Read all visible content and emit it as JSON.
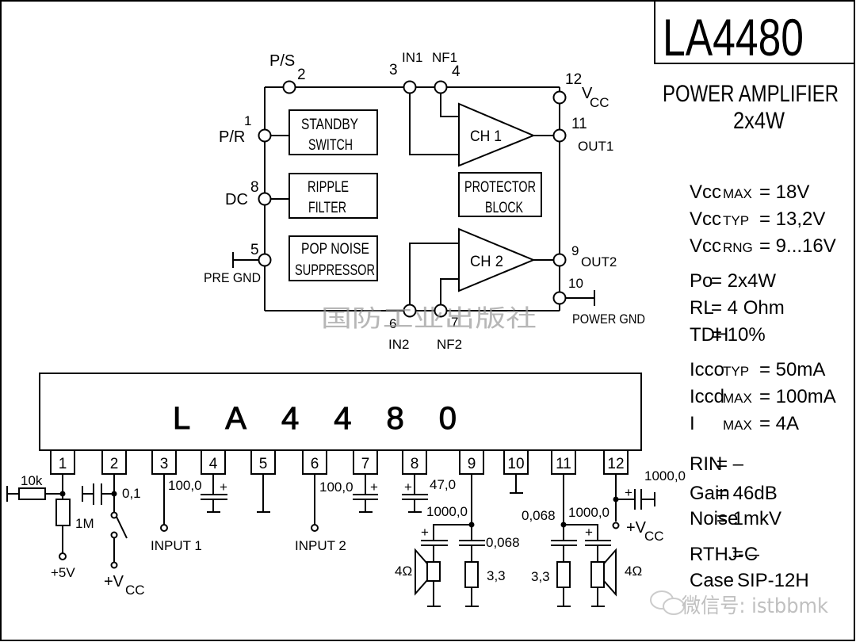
{
  "title_block": {
    "part_number": "LA4480",
    "description": "POWER AMPLIFIER",
    "rating": "2x4W"
  },
  "specs": [
    {
      "name": "Vcc",
      "sub": "MAX",
      "value": "= 18V"
    },
    {
      "name": "Vcc",
      "sub": "TYP",
      "value": "= 13,2V"
    },
    {
      "name": "Vcc",
      "sub": "RNG",
      "value": "= 9...16V"
    },
    {
      "name": "Po",
      "sub": "",
      "value": "= 2x4W"
    },
    {
      "name": "RL",
      "sub": "",
      "value": "= 4  Ohm"
    },
    {
      "name": "TDH",
      "sub": "",
      "value": "= 10%"
    },
    {
      "name": "Icco",
      "sub": "TYP",
      "value": "= 50mA"
    },
    {
      "name": "Iccd",
      "sub": "MAX",
      "value": "= 100mA"
    },
    {
      "name": "I",
      "sub": "MAX",
      "value": "=    4A"
    },
    {
      "name": "RIN",
      "sub": "",
      "value": "=  –"
    },
    {
      "name": "Gain",
      "sub": "",
      "value": "=  46dB"
    },
    {
      "name": "Noise",
      "sub": "",
      "value": "=  1mkV"
    },
    {
      "name": "RTHJ-C",
      "sub": "",
      "value": "=  –"
    },
    {
      "name": "Case",
      "sub": "",
      "value": "SIP-12H"
    }
  ],
  "block_diagram": {
    "blocks": [
      "STANDBY",
      "SWITCH",
      "RIPPLE",
      "FILTER",
      "POP NOISE",
      "SUPPRESSOR",
      "PROTECTOR",
      "BLOCK"
    ],
    "amplifiers": [
      "CH 1",
      "CH 2"
    ],
    "pins": {
      "p1": {
        "num": "1",
        "label": "P/R"
      },
      "p2": {
        "num": "2",
        "label": "P/S"
      },
      "p3": {
        "num": "3",
        "label": "IN1"
      },
      "p4": {
        "num": "4",
        "label": "NF1"
      },
      "p5": {
        "num": "5",
        "label": "PRE GND"
      },
      "p6": {
        "num": "6",
        "label": "IN2"
      },
      "p7": {
        "num": "7",
        "label": "NF2"
      },
      "p8": {
        "num": "8",
        "label": "DC"
      },
      "p9": {
        "num": "9",
        "label": "OUT2"
      },
      "p10": {
        "num": "10",
        "label": "POWER GND"
      },
      "p11": {
        "num": "11",
        "label": "OUT1"
      },
      "p12": {
        "num": "12",
        "label": "V",
        "label_sub": "CC"
      }
    }
  },
  "package": {
    "label": "LA4480",
    "pins": [
      "1",
      "2",
      "3",
      "4",
      "5",
      "6",
      "7",
      "8",
      "9",
      "10",
      "11",
      "12"
    ]
  },
  "application_circuit": {
    "r1": "10k",
    "r2": "1M",
    "c_pin2": "0,1",
    "plus5v": "+5V",
    "vcc_plus": "+V",
    "vcc_sub": "CC",
    "input1": "INPUT 1",
    "input2": "INPUT 2",
    "c_pin4": "100,0",
    "c_pin7": "100,0",
    "c_pin8": "47,0",
    "c_out2": "1000,0",
    "c_zobel2": "0,068",
    "r_zobel2": "3,3",
    "spk2": "4Ω",
    "c_zobel1": "0,068",
    "c_out1": "1000,0",
    "r_zobel1": "3,3",
    "spk1": "4Ω",
    "c_vcc": "1000,0",
    "plus": "+"
  },
  "watermarks": {
    "publisher": "国防工业出版社",
    "wechat": "微信号: istbbmk"
  }
}
